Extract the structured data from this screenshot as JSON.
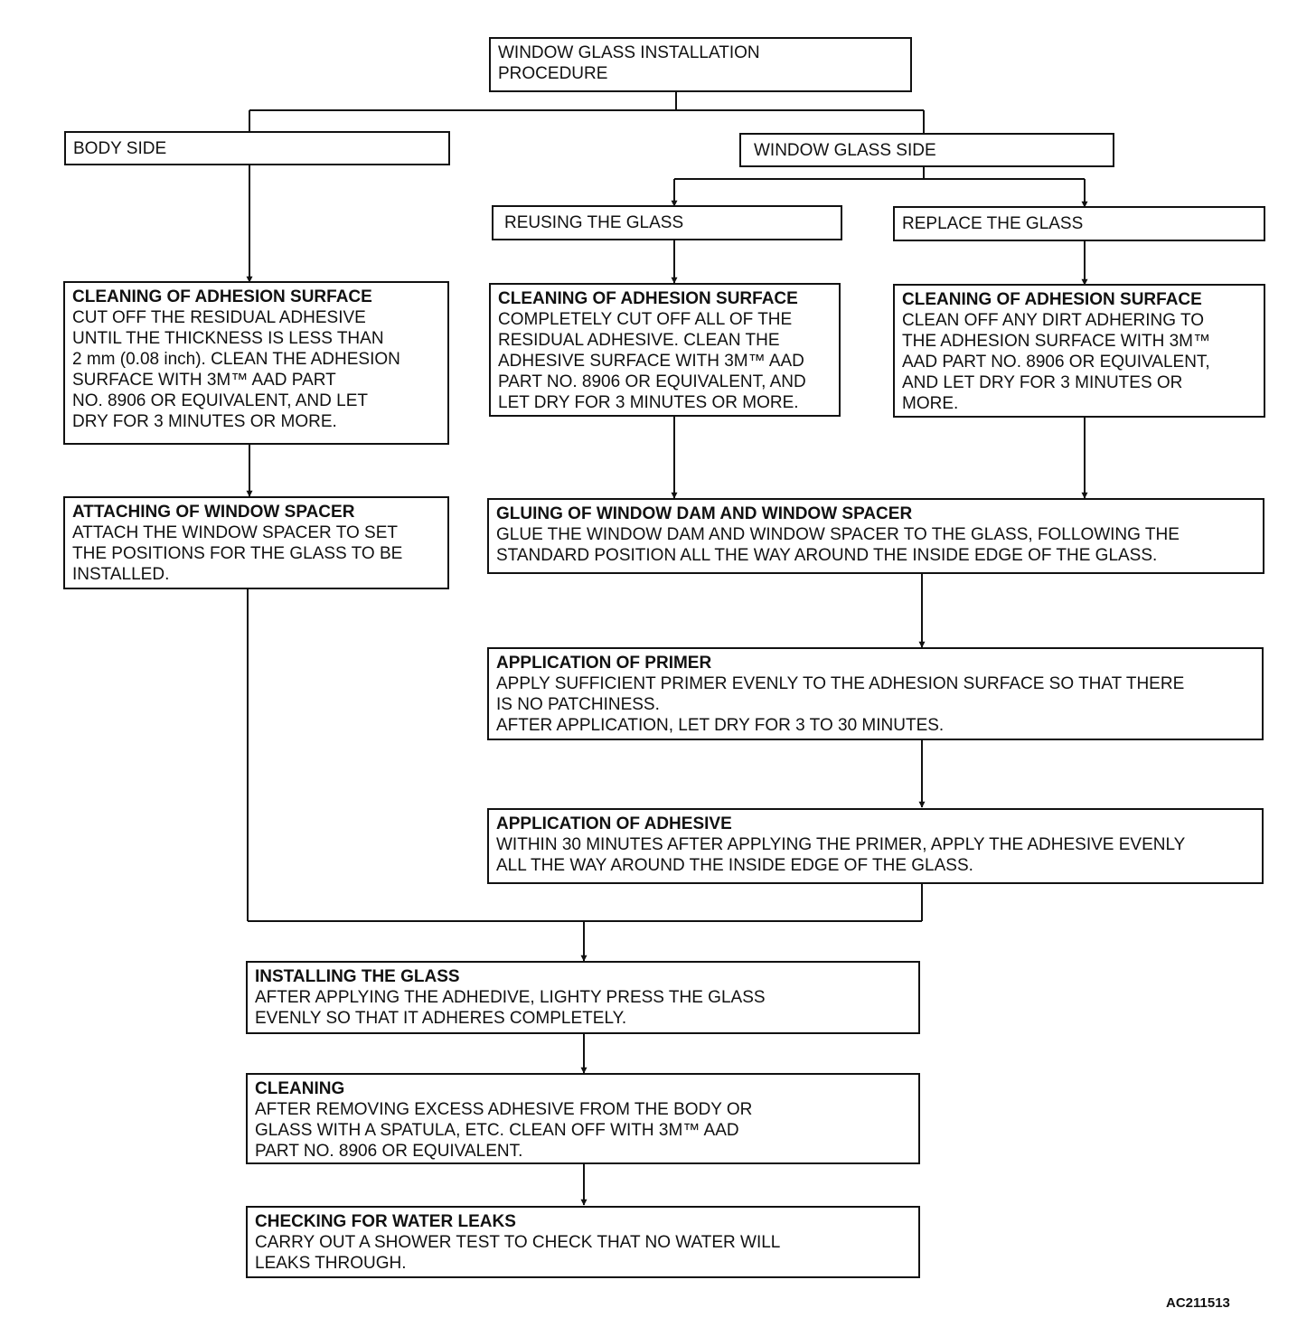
{
  "root": {
    "title": "WINDOW GLASS INSTALLATION\nPROCEDURE"
  },
  "body_side": {
    "label": "BODY SIDE"
  },
  "glass_side": {
    "label": "WINDOW GLASS SIDE"
  },
  "reusing": {
    "label": "REUSING THE GLASS"
  },
  "replace": {
    "label": "REPLACE  THE GLASS"
  },
  "body_clean": {
    "head": "CLEANING OF ADHESION SURFACE",
    "body": "CUT OFF THE RESIDUAL ADHESIVE\nUNTIL THE THICKNESS IS LESS THAN\n2 mm (0.08 inch). CLEAN THE ADHESION\nSURFACE WITH 3M™ AAD PART\nNO. 8906 OR EQUIVALENT, AND LET\nDRY FOR 3 MINUTES OR MORE."
  },
  "reuse_clean": {
    "head": "CLEANING OF ADHESION SURFACE",
    "body": "COMPLETELY CUT OFF ALL OF THE\nRESIDUAL ADHESIVE. CLEAN THE\nADHESIVE SURFACE WITH 3M™ AAD\nPART NO. 8906 OR EQUIVALENT, AND\nLET DRY FOR 3 MINUTES OR MORE."
  },
  "replace_clean": {
    "head": "CLEANING OF ADHESION SURFACE",
    "body": "CLEAN OFF ANY DIRT ADHERING TO\nTHE ADHESION SURFACE WITH 3M™\nAAD PART NO. 8906 OR EQUIVALENT,\nAND LET DRY FOR 3 MINUTES OR\nMORE."
  },
  "spacer": {
    "head": "ATTACHING OF WINDOW SPACER",
    "body": "ATTACH THE WINDOW SPACER TO SET\nTHE POSITIONS FOR THE GLASS TO BE\nINSTALLED."
  },
  "gluing": {
    "head": "GLUING OF WINDOW DAM AND WINDOW SPACER",
    "body": "GLUE THE WINDOW DAM AND WINDOW SPACER TO THE GLASS, FOLLOWING THE\nSTANDARD POSITION ALL THE WAY AROUND THE INSIDE EDGE OF THE GLASS."
  },
  "primer": {
    "head": "APPLICATION OF PRIMER",
    "body": "APPLY SUFFICIENT PRIMER EVENLY TO THE ADHESION SURFACE SO THAT THERE\nIS NO PATCHINESS.\nAFTER APPLICATION, LET DRY FOR 3 TO 30 MINUTES."
  },
  "adhesive": {
    "head": "APPLICATION OF ADHESIVE",
    "body": "WITHIN 30 MINUTES AFTER APPLYING THE PRIMER, APPLY THE ADHESIVE EVENLY\nALL THE WAY AROUND THE INSIDE EDGE OF THE GLASS."
  },
  "install": {
    "head": "INSTALLING THE GLASS",
    "body": "AFTER APPLYING THE ADHEDIVE, LIGHTY  PRESS THE GLASS\nEVENLY SO THAT IT ADHERES COMPLETELY."
  },
  "cleaning": {
    "head": "CLEANING",
    "body": "AFTER REMOVING EXCESS ADHESIVE FROM THE BODY OR\nGLASS WITH A SPATULA, ETC. CLEAN OFF  WITH 3M™ AAD\nPART NO. 8906 OR EQUIVALENT."
  },
  "leaks": {
    "head": "CHECKING FOR WATER  LEAKS",
    "body": "CARRY OUT A SHOWER TEST TO CHECK THAT NO WATER WILL\nLEAKS THROUGH."
  },
  "ref_code": "AC211513"
}
